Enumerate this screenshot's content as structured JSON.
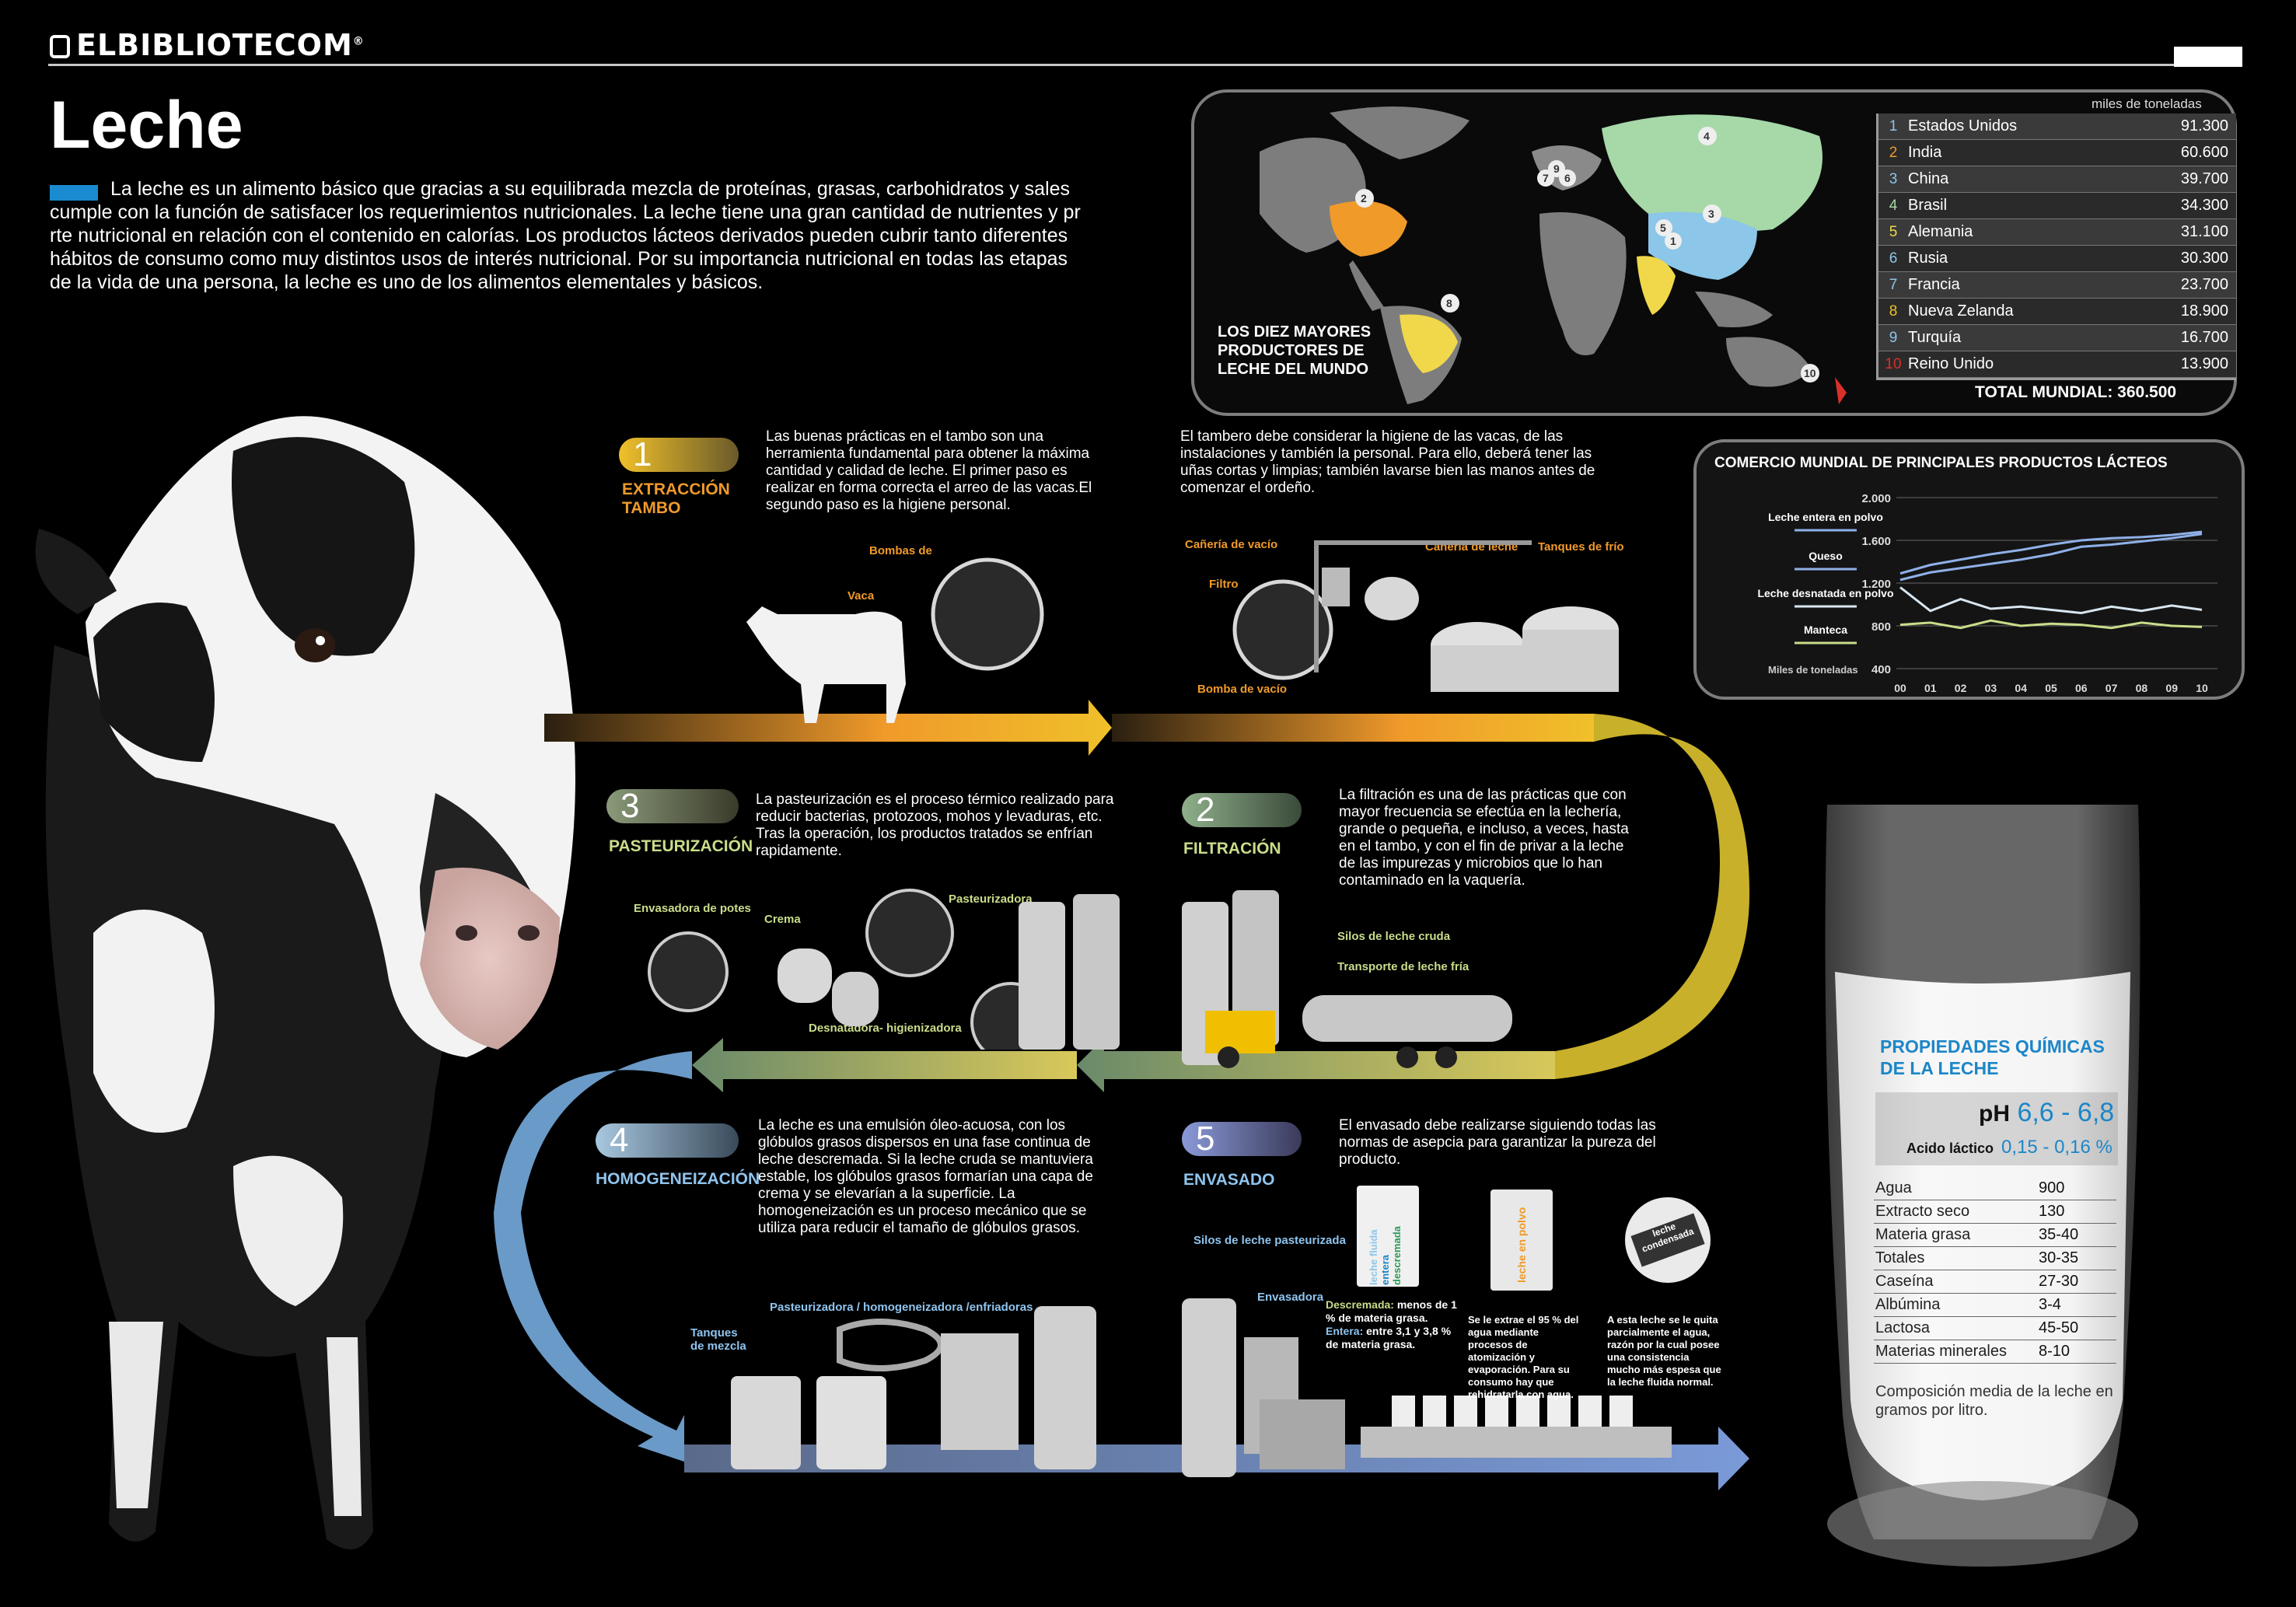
{
  "brand": "ELBIBLIOTECOM",
  "title": "Leche",
  "intro": "La leche es un alimento básico que gracias a su equilibrada mezcla de proteínas, grasas, carbohidratos y sales cumple con la función de satisfacer los requerimientos nutricionales. La leche tiene una gran cantidad de nutrientes y pr rte nutricional en relación con el contenido en calorías. Los productos lácteos derivados pueden cubrir tanto diferentes hábitos de consumo como muy distintos usos de interés nutricional. Por su importancia nutricional en todas las etapas de la vida de una persona, la leche es uno de los alimentos elementales y básicos.",
  "map": {
    "label": "LOS DIEZ MAYORES PRODUCTORES DE LECHE DEL MUNDO",
    "units": "miles de toneladas",
    "rows": [
      {
        "n": "1",
        "country": "Estados Unidos",
        "value": "91.300",
        "color": "#8cc6e8"
      },
      {
        "n": "2",
        "country": "India",
        "value": "60.600",
        "color": "#f09a2a"
      },
      {
        "n": "3",
        "country": "China",
        "value": "39.700",
        "color": "#8cc6e8"
      },
      {
        "n": "4",
        "country": "Brasil",
        "value": "34.300",
        "color": "#a6d8a8"
      },
      {
        "n": "5",
        "country": "Alemania",
        "value": "31.100",
        "color": "#f0d84a"
      },
      {
        "n": "6",
        "country": "Rusia",
        "value": "30.300",
        "color": "#8cc6e8"
      },
      {
        "n": "7",
        "country": "Francia",
        "value": "23.700",
        "color": "#8cc6e8"
      },
      {
        "n": "8",
        "country": "Nueva Zelanda",
        "value": "18.900",
        "color": "#f0c02a"
      },
      {
        "n": "9",
        "country": "Turquía",
        "value": "16.700",
        "color": "#8cc6e8"
      },
      {
        "n": "10",
        "country": "Reino Unido",
        "value": "13.900",
        "color": "#d9302a"
      }
    ],
    "total_label": "TOTAL MUNDIAL:",
    "total_value": "360.500"
  },
  "chart_data": {
    "type": "line",
    "title": "COMERCIO MUNDIAL DE PRINCIPALES PRODUCTOS LÁCTEOS",
    "ylabel": "Miles de toneladas",
    "ylim": [
      400,
      2000
    ],
    "yticks": [
      "2.000",
      "1.600",
      "1.200",
      "800",
      "400"
    ],
    "categories": [
      "00",
      "01",
      "02",
      "03",
      "04",
      "05",
      "06",
      "07",
      "08",
      "09",
      "10"
    ],
    "series": [
      {
        "name": "Leche entera en polvo",
        "color": "#8fb0e8",
        "values": [
          1290,
          1370,
          1420,
          1470,
          1510,
          1560,
          1600,
          1620,
          1630,
          1650,
          1680
        ]
      },
      {
        "name": "Queso",
        "color": "#8fb0e8",
        "values": [
          1230,
          1300,
          1340,
          1380,
          1420,
          1470,
          1540,
          1560,
          1590,
          1620,
          1660
        ]
      },
      {
        "name": "Leche desnatada en polvo",
        "color": "#d8e6f0",
        "values": [
          1160,
          940,
          1050,
          960,
          980,
          950,
          920,
          980,
          940,
          990,
          950
        ]
      },
      {
        "name": "Manteca",
        "color": "#c9dd8a",
        "values": [
          810,
          830,
          780,
          850,
          800,
          820,
          810,
          780,
          830,
          800,
          790
        ]
      }
    ]
  },
  "steps": {
    "s1": {
      "num": "1",
      "label1": "EXTRACCIÓN",
      "label2": "TAMBO",
      "text": "Las buenas prácticas en el tambo son una herramienta fundamental para obtener la máxima cantidad y calidad de leche. El primer paso es realizar en forma correcta el arreo de las vacas.El segundo paso es la higiene personal.",
      "text2": "El tambero debe considerar la higiene de las vacas, de las instalaciones y también la personal. Para ello, deberá tener las uñas cortas y limpias; también lavarse bien las manos antes de comenzar el ordeño."
    },
    "s2": {
      "num": "2",
      "label": "FILTRACIÓN",
      "text": "La filtración es una de las prácticas que con mayor frecuencia se efectúa en la lechería, grande o pequeña, e incluso, a veces, hasta en el tambo, y con el fin de privar a la leche de las impurezas y microbios que lo han contaminado en la vaquería."
    },
    "s3": {
      "num": "3",
      "label": "PASTEURIZACIÓN",
      "text": "La pasteurización es el proceso térmico realizado para reducir bacterias, protozoos, mohos y levaduras, etc. Tras la operación, los productos tratados se enfrían rapidamente."
    },
    "s4": {
      "num": "4",
      "label": "HOMOGENEIZACIÓN",
      "text": "La leche es una emulsión óleo-acuosa, con los glóbulos grasos dispersos en una fase continua de leche descremada. Si la leche cruda se mantuviera estable, los glóbulos grasos formarían una capa de crema y se elevarían a la superficie. La homogeneización es un proceso mecánico que se utiliza para reducir el tamaño de glóbulos grasos."
    },
    "s5": {
      "num": "5",
      "label": "ENVASADO",
      "text": "El envasado debe realizarse siguiendo todas las normas de asepcia para garantizar la pureza del producto."
    }
  },
  "tags": {
    "vaca": "Vaca",
    "bombas": "Bombas de",
    "caneria_vacio": "Cañería de vacío",
    "filtro": "Filtro",
    "bomba_vacio": "Bomba de vacío",
    "caneria_leche": "Cañería de leche",
    "tanques_frio": "Tanques de frío",
    "silos_cruda": "Silos de leche cruda",
    "transporte": "Transporte de leche fría",
    "envasadora_potes": "Envasadora de potes",
    "crema": "Crema",
    "pasteurizadora": "Pasteurizadora",
    "desnatadora": "Desnatadora- higienizadora",
    "tanques_mezcla": "Tanques de mezcla",
    "past_homog": "Pasteurizadora / homogeneizadora /enfriadoras",
    "silos_past": "Silos de leche pasteurizada",
    "envasadora": "Envasadora"
  },
  "packages": {
    "fluida": "leche fluida",
    "entera": "entera",
    "descremada": "descremada",
    "polvo": "leche en polvo",
    "condensada": "leche condensada",
    "desc_label": "Descremada:",
    "desc_text": "menos de 1 % de materia grasa.",
    "ent_label": "Entera:",
    "ent_text": "entre 3,1 y 3,8 % de materia grasa.",
    "polvo_note": "Se le extrae el 95 % del agua mediante procesos de atomización y evaporación. Para su consumo hay que rehidratarla con agua.",
    "cond_note": "A esta leche se le quita parcialmente el agua, razón por la cual posee una consistencia mucho más espesa que la leche fluida normal."
  },
  "properties": {
    "title1": "PROPIEDADES QUÍMICAS",
    "title2": "DE LA LECHE",
    "ph_label": "pH",
    "ph_value": "6,6 - 6,8",
    "acido_label": "Acido láctico",
    "acido_value": "0,15 - 0,16 %",
    "rows": [
      {
        "k": "Agua",
        "v": "900"
      },
      {
        "k": "Extracto seco",
        "v": "130"
      },
      {
        "k": "Materia grasa",
        "v": "35-40"
      },
      {
        "k": "Totales",
        "v": "30-35"
      },
      {
        "k": "Caseína",
        "v": "27-30"
      },
      {
        "k": "Albúmina",
        "v": "3-4"
      },
      {
        "k": "Lactosa",
        "v": "45-50"
      },
      {
        "k": "Materias minerales",
        "v": "8-10"
      }
    ],
    "note": "Composición media de la leche en gramos por litro."
  }
}
